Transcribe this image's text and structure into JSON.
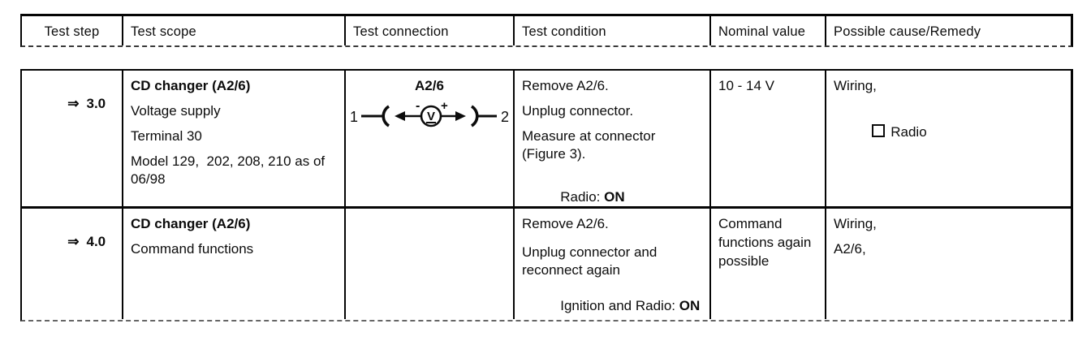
{
  "header": {
    "columns": [
      "Test step",
      "Test scope",
      "Test connection",
      "Test condition",
      "Nominal value",
      "Possible cause/Remedy"
    ]
  },
  "rows": [
    {
      "step": {
        "arrow": "⇒",
        "number": "3.0"
      },
      "scope": {
        "title": "CD changer (A2/6)",
        "line1": "Voltage supply",
        "line2": "Terminal 30",
        "line3": "Model 129,  202, 208, 210 as of",
        "line4": "06/98"
      },
      "connection": {
        "label": "A2/6",
        "pin_left": "1",
        "pin_right": "2",
        "minus": "-",
        "plus": "+",
        "meter": "V"
      },
      "condition": {
        "line1": "Remove A2/6.",
        "line2": "Unplug connector.",
        "line3": "Measure at connector",
        "line4": "(Figure 3).",
        "radio_prefix": "Radio: ",
        "radio_state": "ON"
      },
      "nominal": {
        "line1": "10 - 14 V"
      },
      "cause": {
        "line1": "Wiring,",
        "checkbox_item": "Radio"
      }
    },
    {
      "step": {
        "arrow": "⇒",
        "number": "4.0"
      },
      "scope": {
        "title": "CD changer (A2/6)",
        "line1": "Command functions"
      },
      "condition": {
        "line1": "Remove A2/6.",
        "line2": "Unplug connector and",
        "line3": "reconnect again",
        "radio_prefix": "Ignition and Radio: ",
        "radio_state": "ON"
      },
      "nominal": {
        "line1": "Command",
        "line2": "functions again",
        "line3": "possible"
      },
      "cause": {
        "line1": "Wiring,",
        "line2": "A2/6,"
      }
    }
  ],
  "colors": {
    "ink": "#0c0c0c",
    "paper": "#ffffff"
  }
}
